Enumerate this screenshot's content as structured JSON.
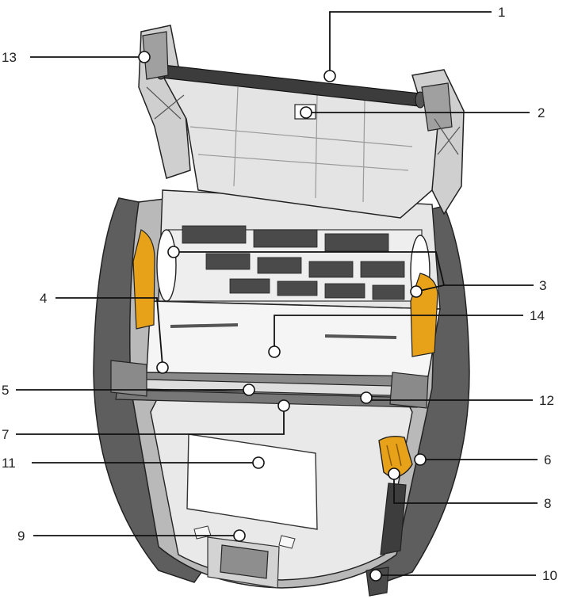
{
  "diagram": {
    "colors": {
      "body_dark": "#6a6a6a",
      "body_mid": "#9a9a9a",
      "body_light": "#d8d8d8",
      "panel": "#f2f2f2",
      "latch_orange": "#e8a21a",
      "roller": "#3c3c3c",
      "outline": "#222222"
    },
    "callouts": [
      {
        "id": "c1",
        "label": "1"
      },
      {
        "id": "c2",
        "label": "2"
      },
      {
        "id": "c3",
        "label": "3"
      },
      {
        "id": "c4",
        "label": "4"
      },
      {
        "id": "c5",
        "label": "5"
      },
      {
        "id": "c6",
        "label": "6"
      },
      {
        "id": "c7",
        "label": "7"
      },
      {
        "id": "c8",
        "label": "8"
      },
      {
        "id": "c9",
        "label": "9"
      },
      {
        "id": "c10",
        "label": "10"
      },
      {
        "id": "c11",
        "label": "11"
      },
      {
        "id": "c12",
        "label": "12"
      },
      {
        "id": "c13",
        "label": "13"
      },
      {
        "id": "c14",
        "label": "14"
      }
    ]
  }
}
